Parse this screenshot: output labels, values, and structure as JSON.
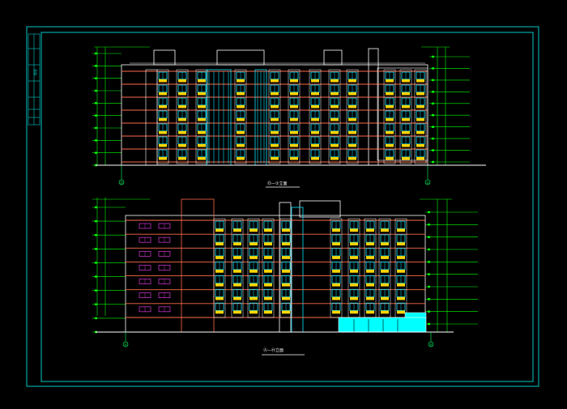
{
  "colors": {
    "background": "#000000",
    "frame": "#00c8c8",
    "outline": "#ffffff",
    "band": "#ff6a4a",
    "window_cyan": "#00e5ff",
    "window_yellow": "#ffd400",
    "window_magenta": "#ff40ff",
    "dimension": "#00ff00",
    "axis": "#00ff66",
    "shop": "#00ffff"
  },
  "views": [
    {
      "title_left": "⑬",
      "title_sep": "—",
      "title_right": "①",
      "title_suffix": "立面"
    },
    {
      "title_left": "Ⓐ",
      "title_sep": "—",
      "title_right": "Ⓗ",
      "title_suffix": "立面"
    }
  ],
  "axis_tags": [
    "⑬",
    "①",
    "Ⓐ",
    "Ⓗ"
  ],
  "frame_side_label": "图签"
}
